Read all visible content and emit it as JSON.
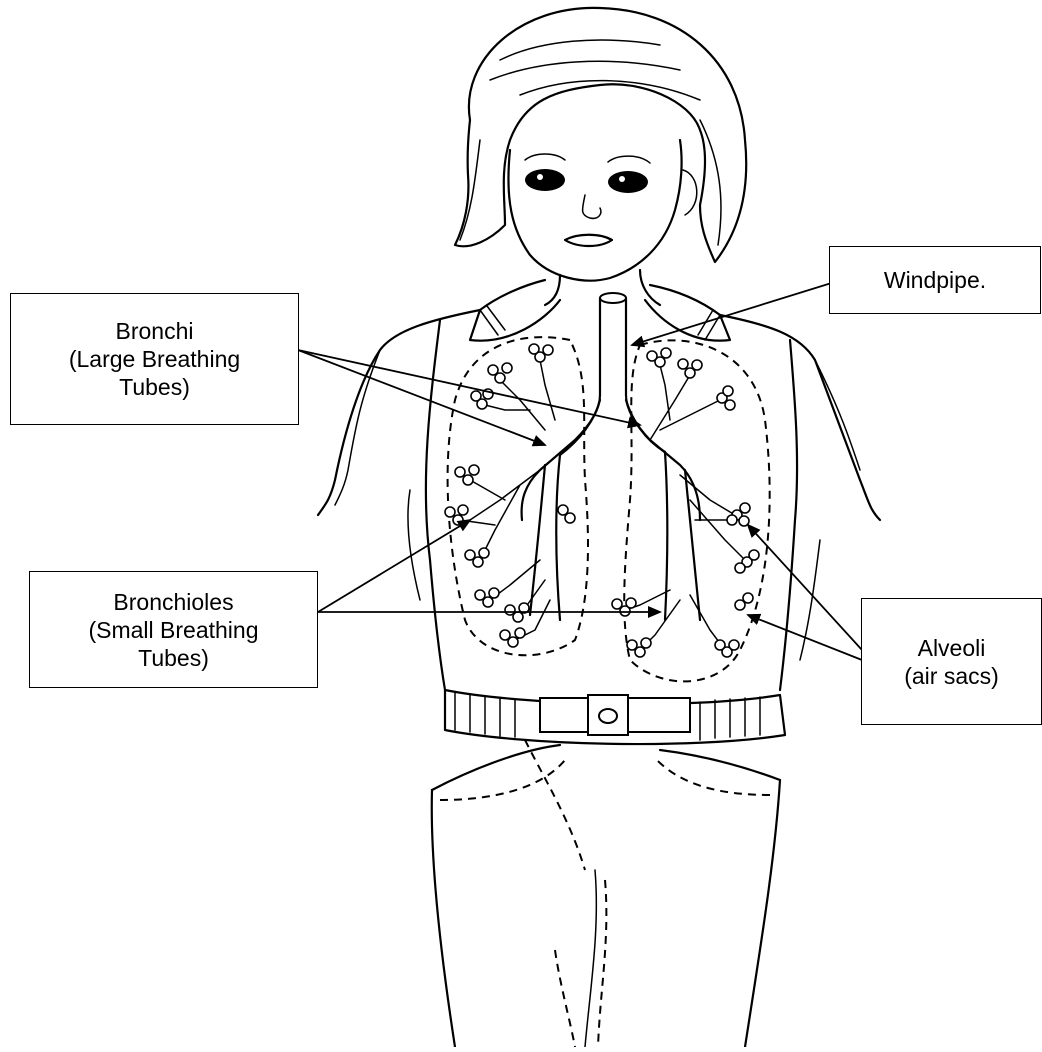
{
  "diagram": {
    "labels": {
      "bronchi": [
        "Bronchi",
        "(Large Breathing",
        "Tubes)"
      ],
      "windpipe": [
        "Windpipe."
      ],
      "bronchioles": [
        "Bronchioles",
        "(Small Breathing",
        "Tubes)"
      ],
      "alveoli": [
        "Alveoli",
        "(air sacs)"
      ]
    },
    "colors": {
      "ink": "#000000",
      "background": "#ffffff"
    }
  }
}
